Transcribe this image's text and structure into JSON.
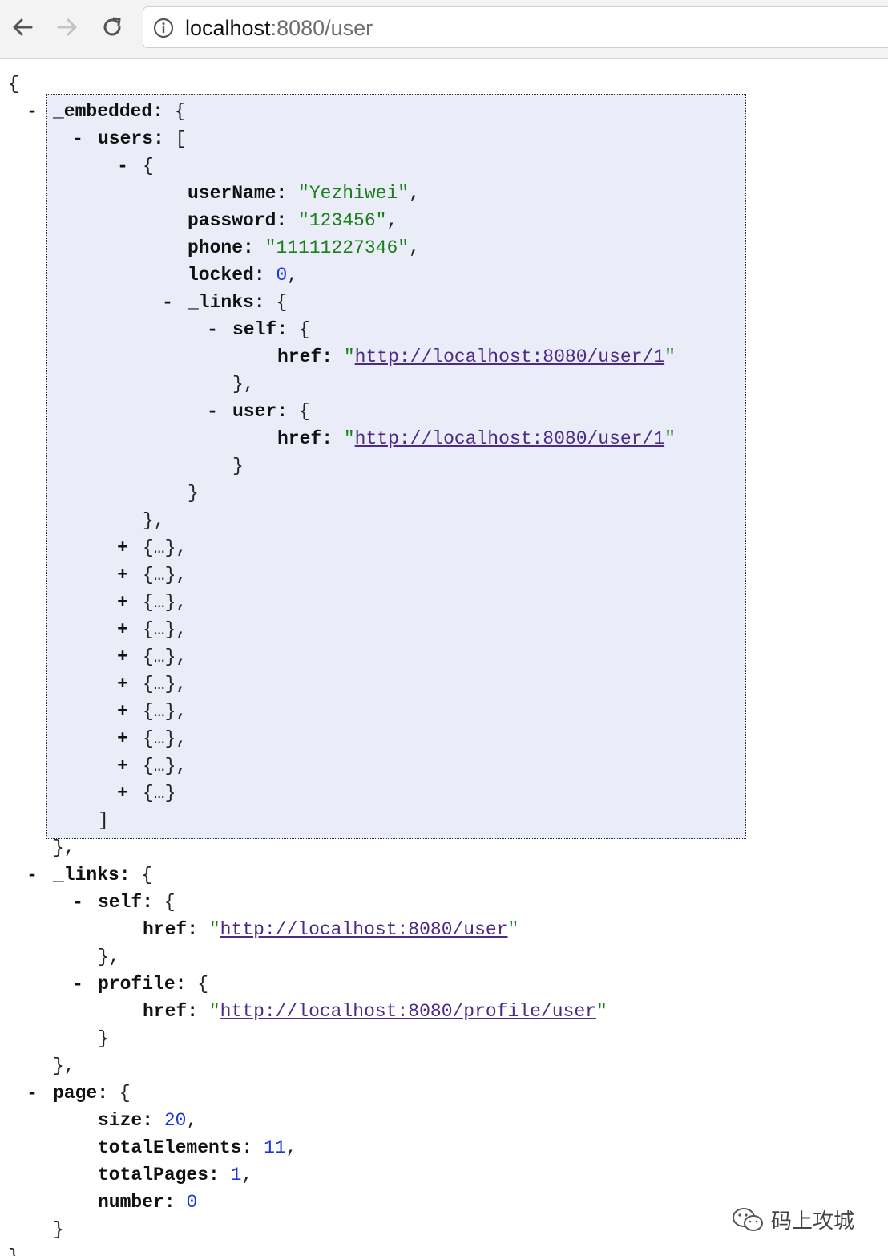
{
  "browser": {
    "url_host": "localhost",
    "url_rest": ":8080/user"
  },
  "json": {
    "embedded_key": "_embedded",
    "users_key": "users",
    "user": {
      "userName_key": "userName",
      "userName": "\"Yezhiwei\"",
      "password_key": "password",
      "password": "\"123456\"",
      "phone_key": "phone",
      "phone": "\"11111227346\"",
      "locked_key": "locked",
      "locked": "0",
      "links_key": "_links",
      "self_key": "self",
      "self_href_key": "href",
      "self_href": "http://localhost:8080/user/1",
      "user_key": "user",
      "user_href_key": "href",
      "user_href": "http://localhost:8080/user/1"
    },
    "collapsed_items": [
      "{…},",
      "{…},",
      "{…},",
      "{…},",
      "{…},",
      "{…},",
      "{…},",
      "{…},",
      "{…},",
      "{…}"
    ],
    "links_key": "_links",
    "links_self_key": "self",
    "links_self_href_key": "href",
    "links_self_href": "http://localhost:8080/user",
    "profile_key": "profile",
    "profile_href_key": "href",
    "profile_href": "http://localhost:8080/profile/user",
    "page_key": "page",
    "size_key": "size",
    "size": "20",
    "totalElements_key": "totalElements",
    "totalElements": "11",
    "totalPages_key": "totalPages",
    "totalPages": "1",
    "number_key": "number",
    "number": "0"
  },
  "watermark": "码上攻城"
}
